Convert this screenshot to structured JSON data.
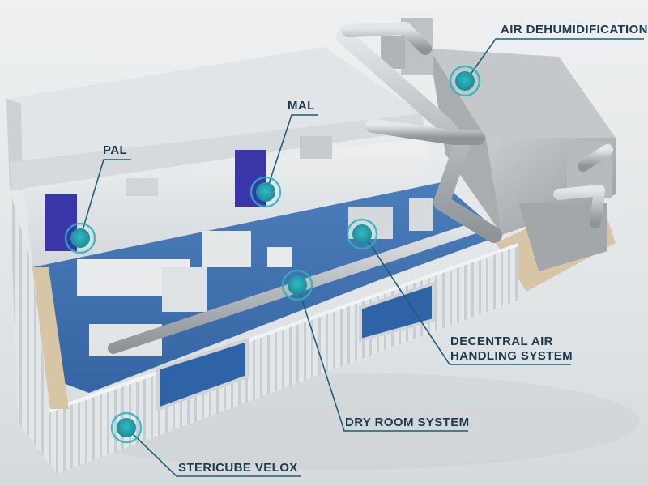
{
  "labels": {
    "air_dehumidification": "AIR DEHUMIDIFICATION",
    "mal": "MAL",
    "pal": "PAL",
    "decentral_air_line1": "DECENTRAL AIR",
    "decentral_air_line2": "HANDLING SYSTEM",
    "dry_room_system": "DRY ROOM SYSTEM",
    "stericube_velox": "STERICUBE VELOX"
  },
  "colors": {
    "marker": "#1e9aa5",
    "marker_ring": "#2ab3bd",
    "leader_line": "#1e5f73",
    "label_text": "#1f3a4d",
    "floor": "#3f71b0",
    "door": "#3a35a8",
    "wall": "#e6e9eb",
    "duct": "#b8bdc1"
  },
  "icons": [
    "marker-hotspot-icon"
  ]
}
